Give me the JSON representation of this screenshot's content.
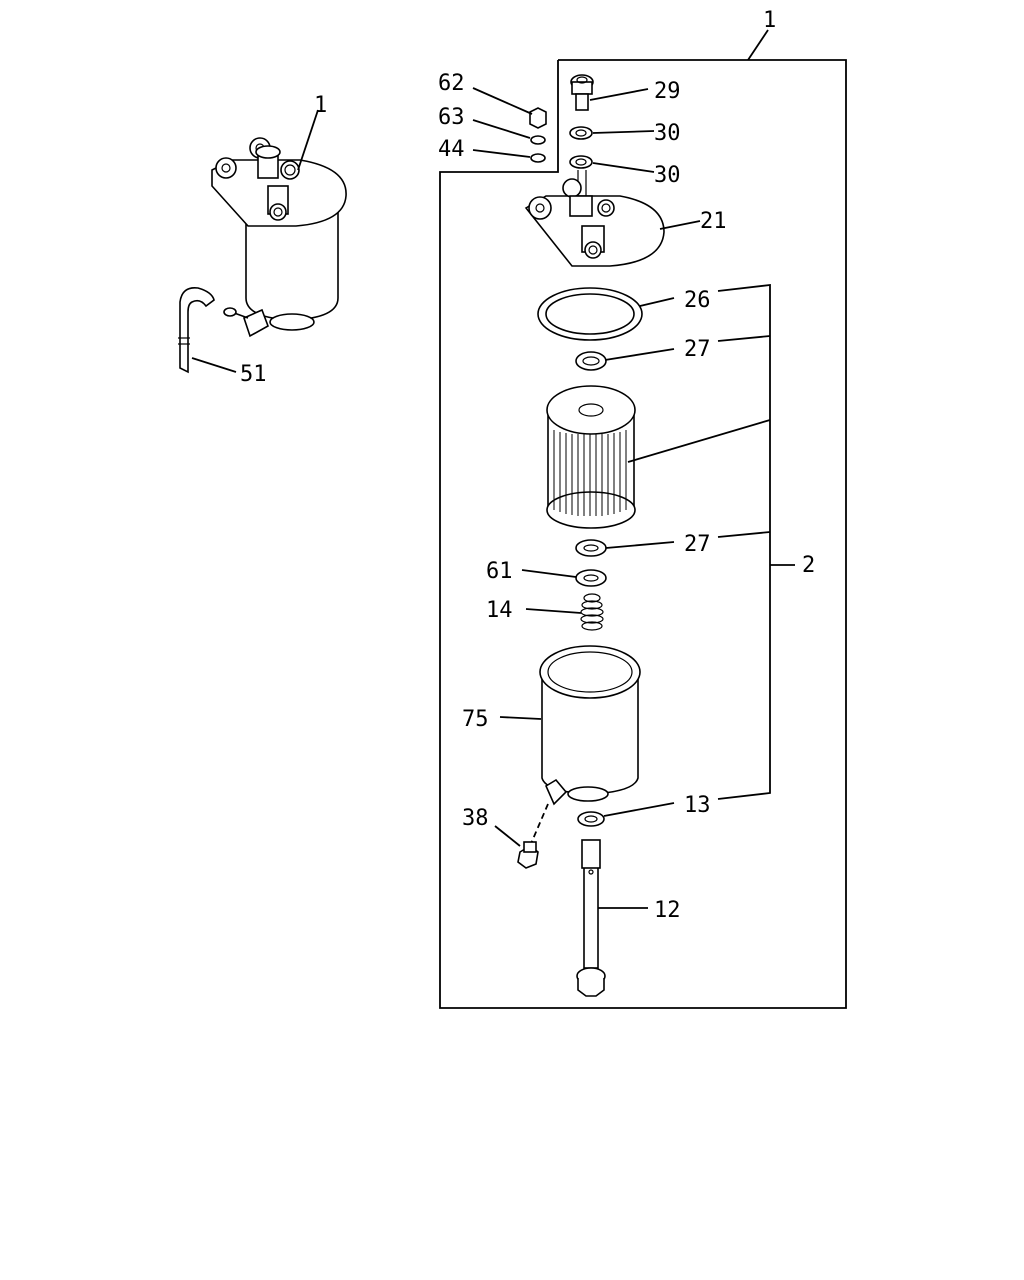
{
  "callouts": {
    "assembly_top": "1",
    "assembly_left": "1",
    "hose": "51",
    "nut": "62",
    "lock_washer": "63",
    "washer": "44",
    "bolt": "29",
    "gasket_upper": "30",
    "gasket_lower": "30",
    "head": "21",
    "seal_ring": "26",
    "o_ring_upper": "27",
    "o_ring_lower": "27",
    "kit": "2",
    "washer_61": "61",
    "spring": "14",
    "bowl": "75",
    "drain_plug": "38",
    "o_ring_13": "13",
    "center_bolt": "12"
  }
}
